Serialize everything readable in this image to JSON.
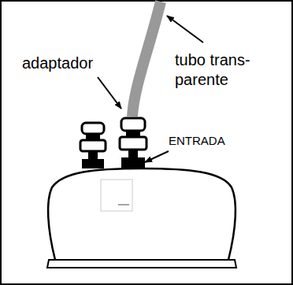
{
  "diagram": {
    "labels": [
      "adaptador",
      "tubo trans- parente",
      "ENTRADA"
    ]
  }
}
